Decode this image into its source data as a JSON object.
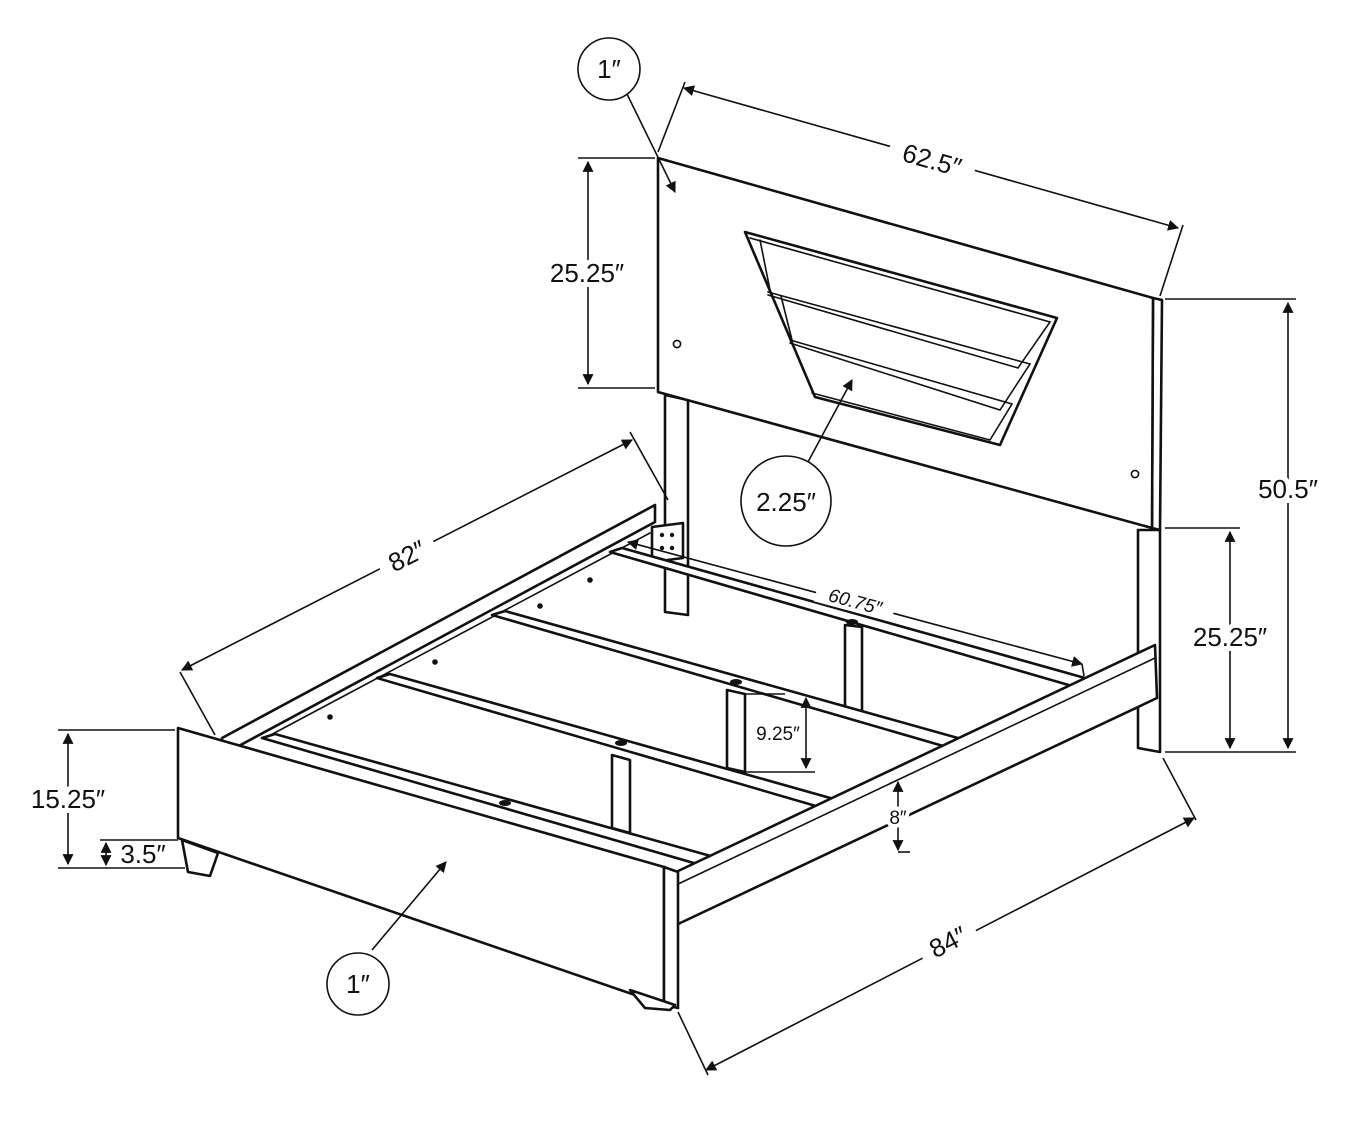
{
  "diagram": {
    "labels": {
      "headboard_width": "62.5″",
      "headboard_panel_height": "25.25″",
      "total_height": "50.5″",
      "leg_height": "25.25″",
      "length_side": "82″",
      "overall_length": "84″",
      "inner_width": "60.75″",
      "slat_clearance": "9.25″",
      "rail_height": "8″",
      "footboard_height": "15.25″",
      "foot_leg": "3.5″"
    },
    "callouts": {
      "headboard_thickness": "1″",
      "panel_depth": "2.25″",
      "footboard_thickness": "1″"
    }
  }
}
